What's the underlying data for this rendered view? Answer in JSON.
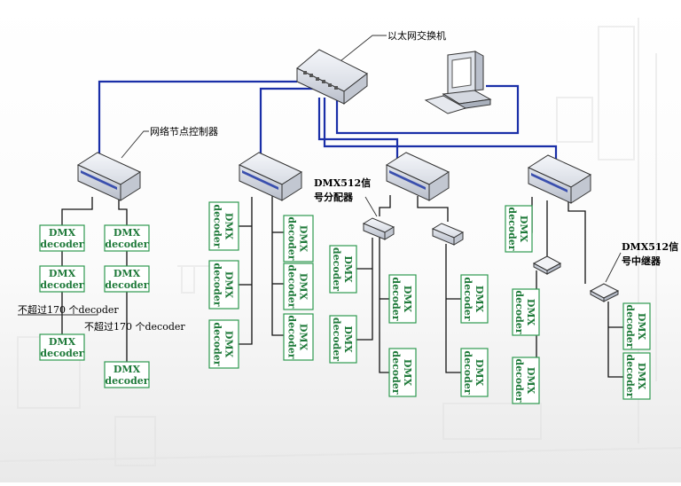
{
  "labels": {
    "switch": "以太网交换机",
    "node_controller": "网络节点控制器",
    "splitter_line1": "DMX512信",
    "splitter_line2": "号分配器",
    "repeater_line1": "DMX512信",
    "repeater_line2": "号中继器",
    "limit_1": "不超过170 个decoder",
    "limit_2": "不超过170 个decoder"
  },
  "decoder": {
    "line1": "DMX",
    "line2": "decoder"
  },
  "colors": {
    "decoder_text": "#1f7a3a",
    "decoder_border": "#2e9a4f",
    "ethernet_cable": "#1a2fa8",
    "dmx_cable": "#000000",
    "device_body": "#e3e6ec",
    "device_stripe": "#3a4fae"
  }
}
